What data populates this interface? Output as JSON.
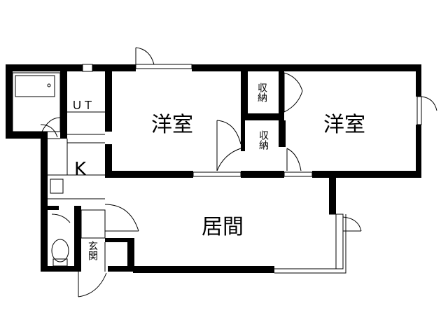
{
  "rooms": {
    "western_room_left": "洋室",
    "western_room_right": "洋室",
    "living": "居間",
    "kitchen": "K",
    "unit_bath": "ＵＴ",
    "closet_upper": "収納",
    "closet_lower": "収納",
    "entrance": "玄関"
  },
  "colors": {
    "wall": "#000000",
    "background": "#ffffff"
  }
}
